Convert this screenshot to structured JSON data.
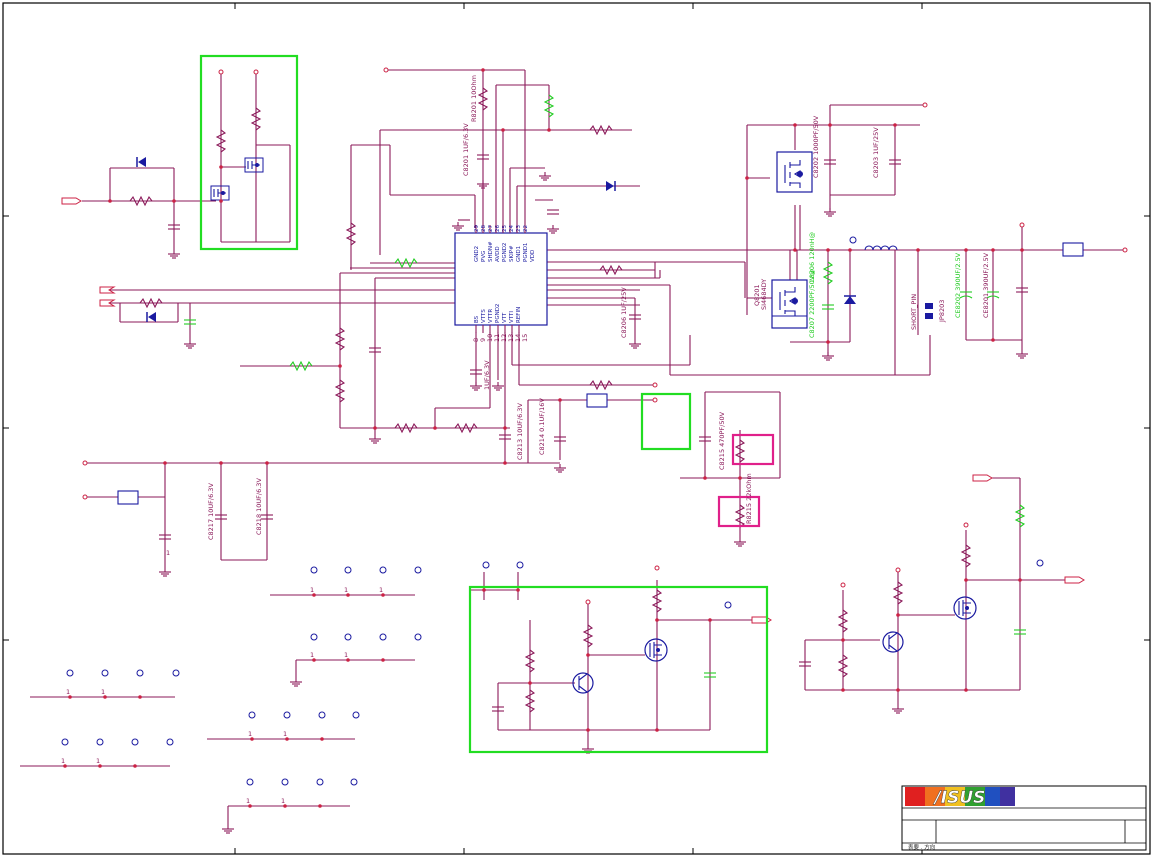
{
  "title_block": {
    "logo_text": "/ISUS",
    "footer_label": "表要 . 方向"
  },
  "ic": {
    "left_pins": [
      "GND2",
      "PVG",
      "SHDN#",
      "AVDD",
      "PGND2",
      "SKIP#",
      "GND1",
      "PGND1",
      "VDD"
    ],
    "pin_numbers_top": [
      "29",
      "28",
      "27",
      "26",
      "25",
      "24",
      "23",
      "22"
    ],
    "bottom_pins": [
      "BS",
      "VTTS",
      "VTTR",
      "PGND2",
      "VTT",
      "VTTI",
      "REFIN"
    ],
    "pin_numbers_bottom": [
      "8",
      "9",
      "10",
      "11",
      "12",
      "13",
      "14",
      "15"
    ]
  },
  "labels": {
    "r8201": "R8201 10Ohm",
    "c8201": "C8201 1UF/6.3V",
    "c8202": "C8202 1000PF/50V",
    "c8203": "C8203 1UF/25V",
    "q8201": "Q8201",
    "q8201_part": "SI4684DY",
    "c8206": "C8206 1UF/25V",
    "l8206": "L8206 120nH@",
    "c8207": "C8207 2200PF/50V@",
    "jp8201": "SHORT_PIN",
    "jp8201_ref": "JP8203",
    "ce8202": "CE8202 390UF/2.5V",
    "ce8201": "CE8201 390UF/2.5V",
    "c8213_val": "1UF/6.3V",
    "c8213": "C8213 10UF/6.3V",
    "c8214": "C8214 0.1UF/16V",
    "c8215": "C8215 470PF/50V",
    "r8215": "R8215 22kOhm",
    "c8217": "C8217 10UF/6.3V",
    "c8218": "C8218 10UF/6.3V"
  },
  "pin_digit": "1"
}
